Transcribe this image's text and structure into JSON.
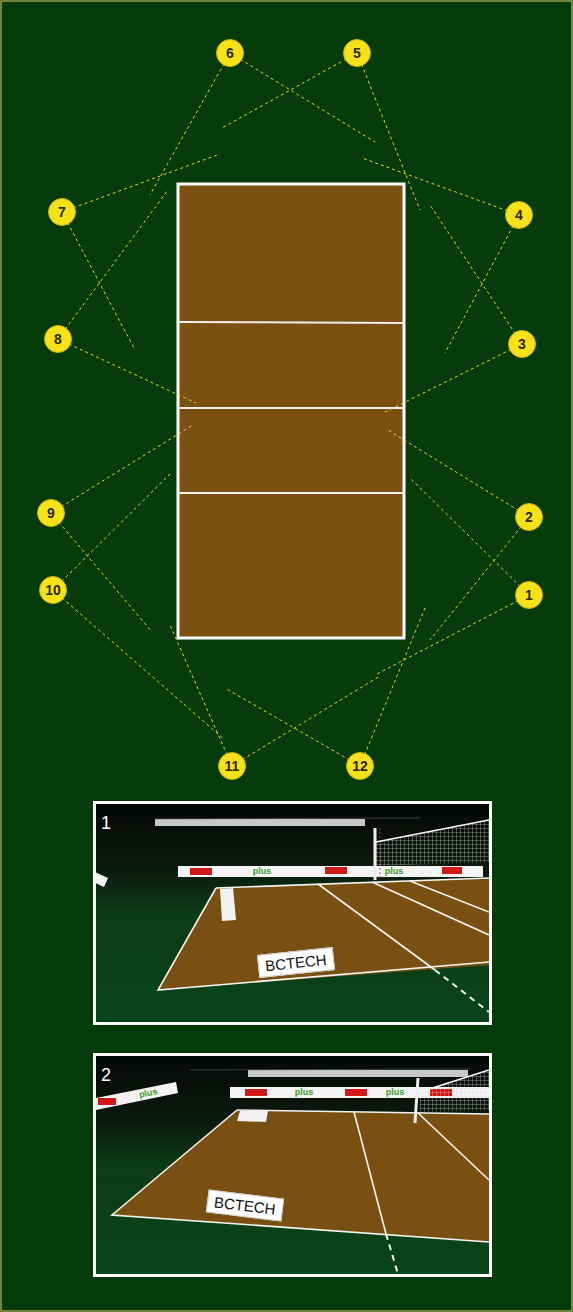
{
  "diagram": {
    "nodes": [
      {
        "text": [
          "6"
        ]
      },
      {
        "text": [
          "5"
        ]
      },
      {
        "text": [
          "7"
        ]
      },
      {
        "text": [
          "4"
        ]
      },
      {
        "text": [
          "8"
        ]
      },
      {
        "text": [
          "3"
        ]
      },
      {
        "text": [
          "9"
        ]
      },
      {
        "text": [
          "2"
        ]
      },
      {
        "text": [
          "10"
        ]
      },
      {
        "text": [
          "1"
        ]
      },
      {
        "text": [
          "11"
        ]
      },
      {
        "text": [
          "12"
        ]
      }
    ],
    "labels": [
      "1",
      "plus",
      "plus",
      "BCTECH",
      "2",
      "plus",
      "plus",
      "plus",
      "BCTECH"
    ]
  }
}
